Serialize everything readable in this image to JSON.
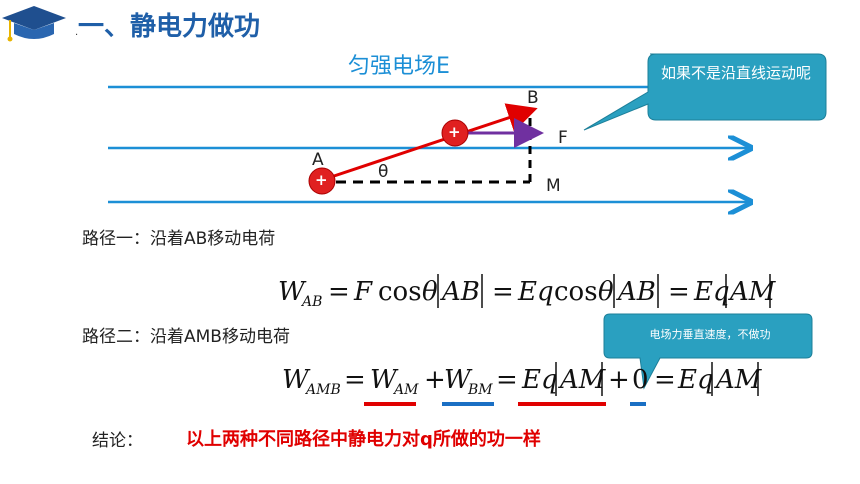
{
  "header": {
    "title": "一、静电力做功"
  },
  "figure": {
    "field_label": "匀强电场E",
    "point_a": "A",
    "point_b": "B",
    "point_m": "M",
    "force_label": "F",
    "angle_label": "θ",
    "charge_symbol": "+"
  },
  "callouts": {
    "question": "如果不是沿直线运动呢",
    "note": "电场力垂直速度，不做功"
  },
  "paths": {
    "path1_label": "路径一：沿着AB移动电荷",
    "path2_label": "路径二：沿着AMB移动电荷"
  },
  "formulas": {
    "formula1": "W_AB = F cosθ|AB| = Eq cosθ|AB| = Eq|AM|",
    "formula2": "W_AMB = W_AM + W_BM = Eq|AM| + 0 = Eq|AM|"
  },
  "conclusion": {
    "label": "结论：",
    "text": "以上两种不同路径中静电力对q所做的功一样"
  },
  "colors": {
    "title": "#1f5fa8",
    "field_lines": "#1c8fd6",
    "displacement": "#e00000",
    "force": "#7030a0",
    "callout_fill": "#2aa0c0",
    "underline_red": "#e00000",
    "underline_blue": "#1a6fc4"
  }
}
